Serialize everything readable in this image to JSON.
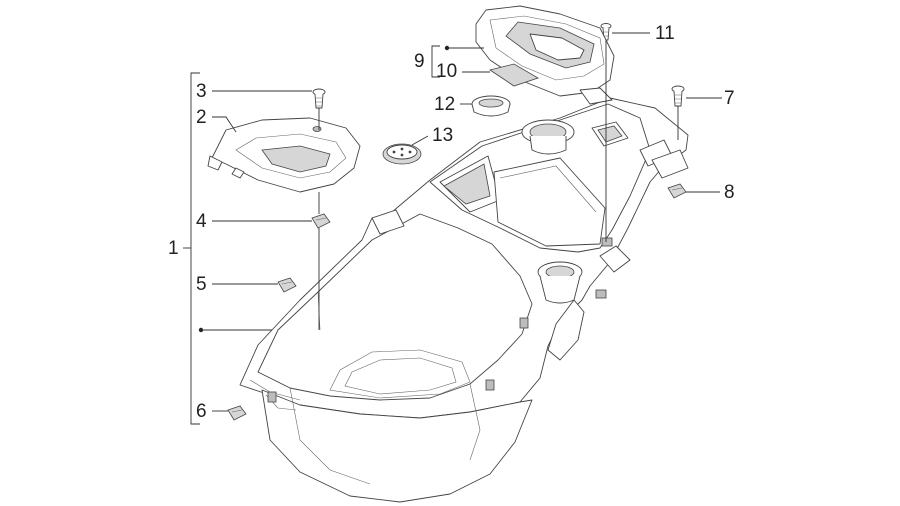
{
  "callouts": {
    "c1": "1",
    "c2": "2",
    "c3": "3",
    "c4": "4",
    "c5": "5",
    "c6": "6",
    "c7": "7",
    "c8": "8",
    "c9": "9",
    "c10": "10",
    "c11": "11",
    "c12": "12",
    "c13": "13"
  },
  "colors": {
    "line": "#333333",
    "part_shade": "#d6d6d6",
    "background": "#ffffff"
  }
}
